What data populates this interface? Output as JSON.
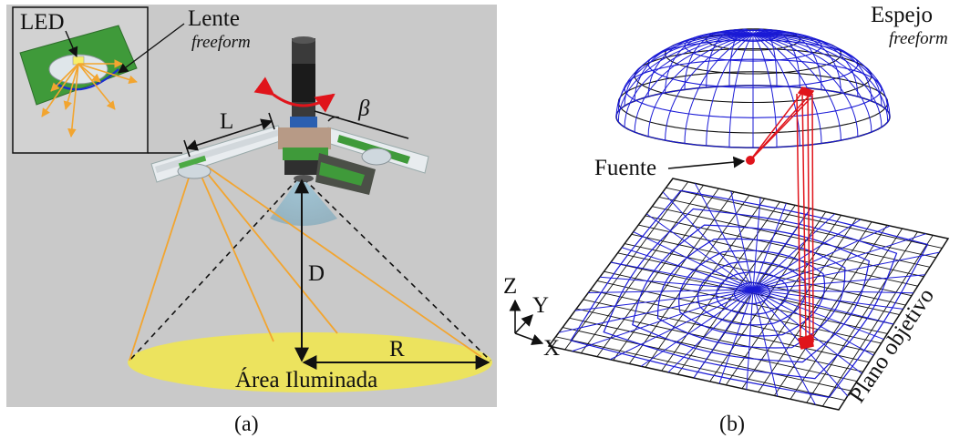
{
  "panel_a": {
    "caption": "(a)",
    "labels": {
      "led": "LED",
      "lens": "Lente",
      "lens_sub": "freeform",
      "length": "L",
      "angle": "β",
      "distance": "D",
      "radius": "R",
      "area": "Área Iluminada"
    },
    "colors": {
      "background": "#c9c9c9",
      "ellipse": "#ece35e",
      "rays": "#f2a530",
      "pcb": "#3f9a3a"
    }
  },
  "panel_b": {
    "caption": "(b)",
    "labels": {
      "mirror": "Espejo",
      "mirror_sub": "freeform",
      "source": "Fuente",
      "plane": "Plano objetivo",
      "axis_z": "Z",
      "axis_y": "Y",
      "axis_x": "X"
    },
    "colors": {
      "mesh_blue": "#1a1ad6",
      "mesh_black": "#111111",
      "ray": "#e0141b"
    }
  }
}
